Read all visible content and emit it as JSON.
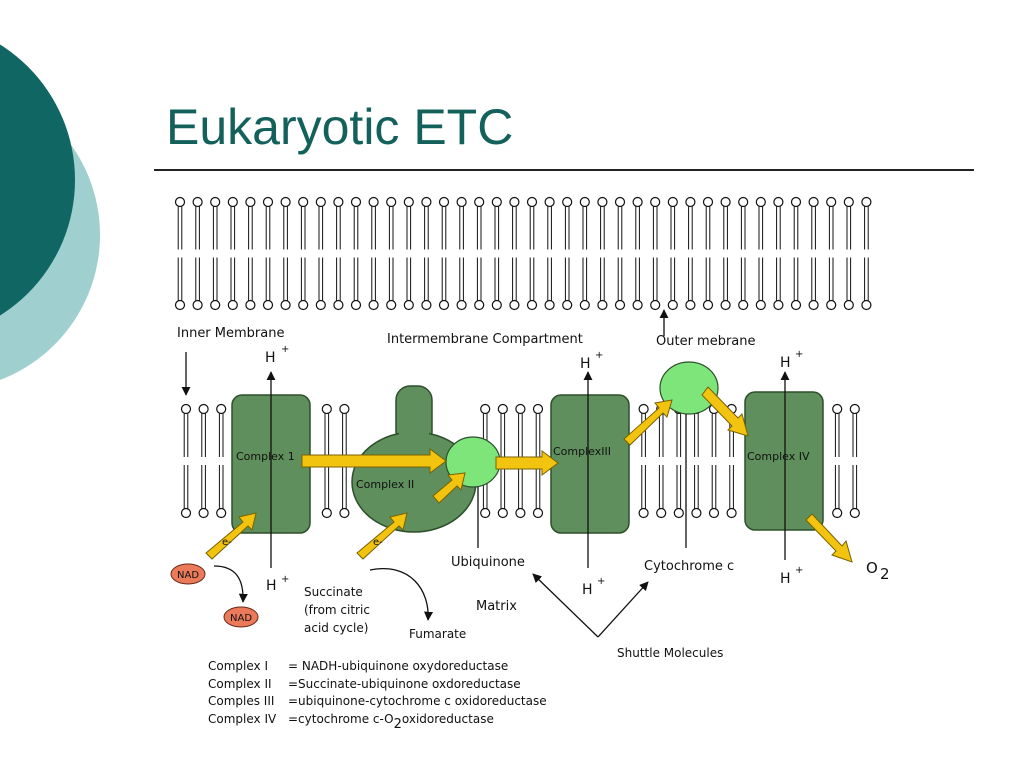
{
  "title": "Eukaryotic ETC",
  "labels": {
    "inner_membrane": "Inner Membrane",
    "intermembrane": "Intermembrane Compartment",
    "outer_membrane": "Outer mebrane",
    "complex1": "Complex 1",
    "complex2": "Complex II",
    "complex3": "ComplexIII",
    "complex4": "Complex IV",
    "ubiquinone": "Ubiquinone",
    "cytochrome_c": "Cytochrome c",
    "matrix": "Matrix",
    "succinate": "Succinate",
    "succinate_line2": "(from citric",
    "succinate_line3": "acid cycle)",
    "fumarate": "Fumarate",
    "shuttle": "Shuttle Molecules",
    "nad": "NAD",
    "electron": "e-",
    "proton": "H",
    "proton_charge": "+",
    "oxygen": "O",
    "oxygen_sub": "2"
  },
  "legend": [
    {
      "name": "Complex I",
      "desc": "= NADH-ubiquinone oxydoreductase"
    },
    {
      "name": "Complex II",
      "desc": "=Succinate-ubiquinone oxdoreductase"
    },
    {
      "name": "Comples III",
      "desc": "=ubiquinone-cytochrome c oxidoreductase"
    },
    {
      "name": "Complex IV",
      "desc": "=cytochrome c-O",
      "sub": "2",
      "desc_after": "oxidoreductase"
    }
  ],
  "colors": {
    "title": "#14615c",
    "complex_fill": "#5f8f5c",
    "complex_stroke": "#2e4f2c",
    "carrier_fill": "#7ee57a",
    "arrow_fill": "#f2c40f",
    "nad_fill": "#ea7a5a",
    "decor_dark": "#0f6663",
    "decor_light": "#9fcfcf"
  }
}
